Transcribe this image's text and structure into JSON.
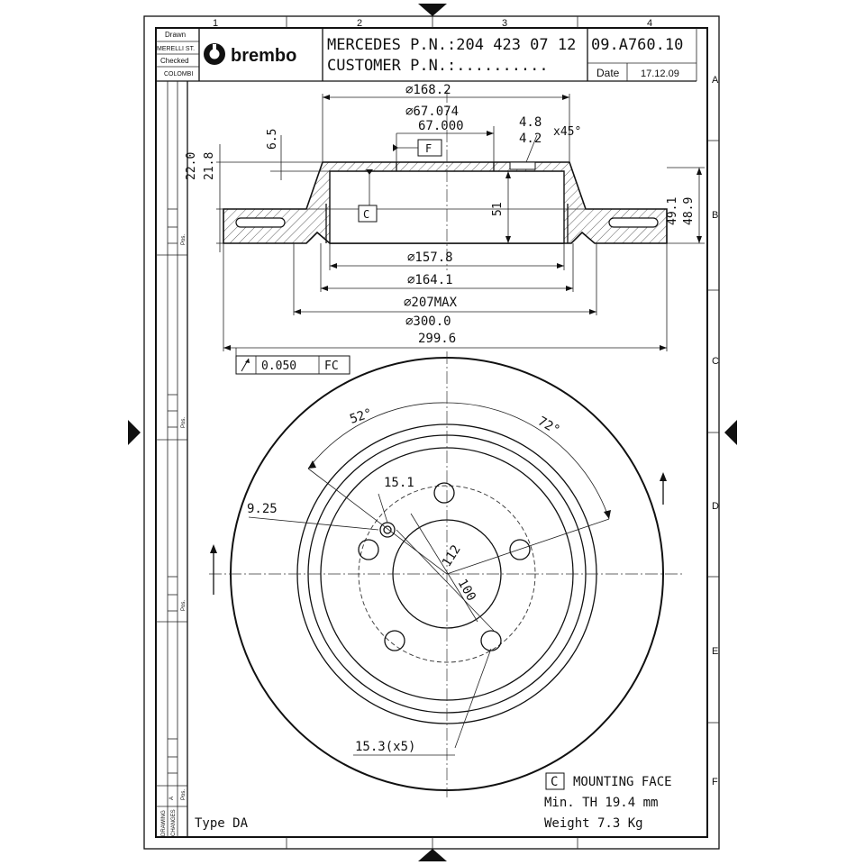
{
  "title_block": {
    "drawn_label": "Drawn",
    "drawn_by": "MERELLI ST.",
    "checked_label": "Checked",
    "checked_by": "COLOMBI",
    "brand": "brembo",
    "oem_line": "MERCEDES P.N.:204 423 07 12",
    "customer_line": "CUSTOMER P.N.:..........",
    "part_number": "09.A760.10",
    "date_label": "Date",
    "date": "17.12.09"
  },
  "grid": {
    "columns": [
      "1",
      "2",
      "3",
      "4"
    ],
    "rows": [
      "A",
      "B",
      "C",
      "D",
      "E",
      "F"
    ]
  },
  "side_strip": {
    "pos_label": "Pos.",
    "changes_label": "CHANGES",
    "drawing_label": "DRAWING",
    "a_label": "A"
  },
  "dimensions": {
    "d168": "∅168.2",
    "d67a": "∅67.074",
    "d67b": "67.000",
    "chamfer_a": "4.8",
    "chamfer_b": "4.2",
    "chamfer_angle": "x45°",
    "h65": "6.5",
    "h220": "22.0",
    "h218": "21.8",
    "h51": "51",
    "h491": "49.1",
    "h489": "48.9",
    "d1578": "∅157.8",
    "d1641": "∅164.1",
    "d207": "∅207MAX",
    "d300a": "∅300.0",
    "d300b": "299.6",
    "runout": "0.050",
    "runout_ref": "FC",
    "datum_f": "F",
    "datum_c": "C",
    "ang52": "52°",
    "ang72": "72°",
    "d151": "15.1",
    "d925": "9.25",
    "d112": "112",
    "d100": "100",
    "d153": "15.3(x5)"
  },
  "notes": {
    "mounting_ref": "C",
    "mounting_label": "MOUNTING FACE",
    "min_th": "Min. TH 19.4 mm",
    "weight": "Weight 7.3 Kg",
    "type": "Type DA"
  }
}
